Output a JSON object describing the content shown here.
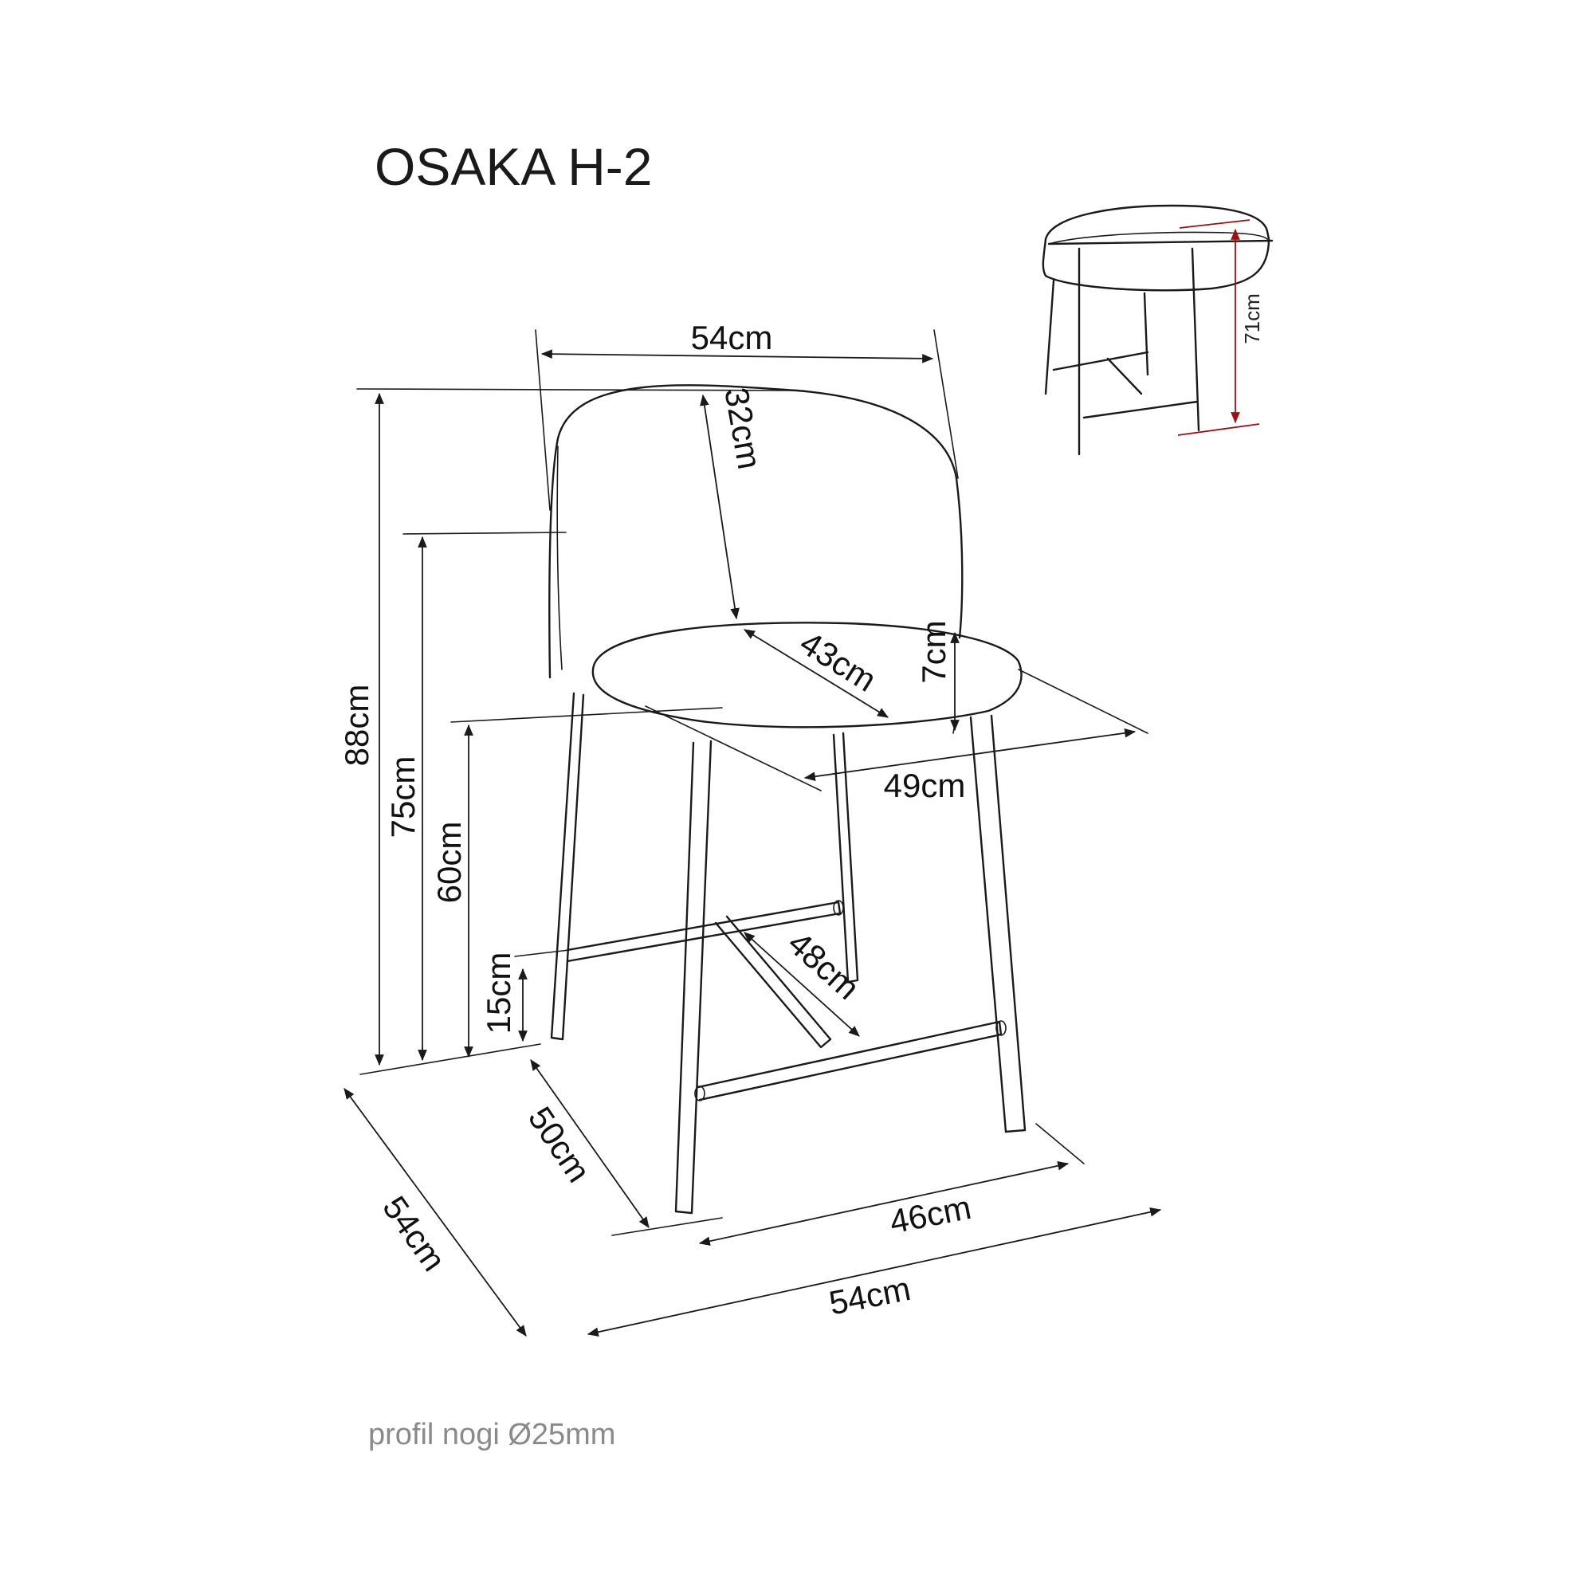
{
  "title": "OSAKA H-2",
  "footnote": "profil nogi Ø25mm",
  "colors": {
    "ink": "#1a1a1a",
    "accent_dimension": "#9b1111",
    "footnote": "#8a8a8a"
  },
  "dimensions": {
    "back_width": "54cm",
    "backrest_height": "32cm",
    "seat_depth": "43cm",
    "seat_thickness": "7cm",
    "seat_width": "49cm",
    "total_height": "88cm",
    "armless_height": "75cm",
    "seat_height": "60cm",
    "footrest_height": "15cm",
    "footrest_depth": "48cm",
    "leg_span_depth": "50cm",
    "leg_span_width": "46cm",
    "base_depth": "54cm",
    "base_width": "54cm",
    "thumb_height": "71cm"
  }
}
